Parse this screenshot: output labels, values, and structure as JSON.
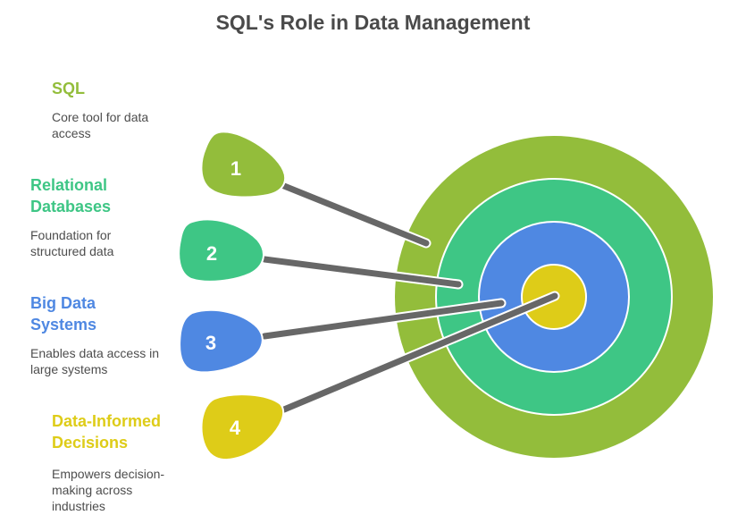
{
  "title": "SQL's Role in Data Management",
  "colors": {
    "green_lime": "#93bd3b",
    "green_teal": "#3ec685",
    "blue": "#4f88e2",
    "yellow": "#decc18",
    "arrow": "#676767",
    "title_text": "#4a4a4a",
    "desc_text": "#4d4d4d"
  },
  "items": [
    {
      "number": "1",
      "title": "SQL",
      "description": "Core tool for data access",
      "color": "#93bd3b"
    },
    {
      "number": "2",
      "title": "Relational Databases",
      "description": "Foundation for structured data",
      "color": "#3ec685"
    },
    {
      "number": "3",
      "title": "Big Data Systems",
      "description": "Enables data access in large systems",
      "color": "#4f88e2"
    },
    {
      "number": "4",
      "title": "Data-Informed Decisions",
      "description": "Empowers decision-making across industries",
      "color": "#decc18"
    }
  ],
  "target_rings": [
    {
      "name": "outer",
      "color": "#93bd3b"
    },
    {
      "name": "second",
      "color": "#3ec685"
    },
    {
      "name": "third",
      "color": "#4f88e2"
    },
    {
      "name": "bullseye",
      "color": "#decc18"
    }
  ]
}
